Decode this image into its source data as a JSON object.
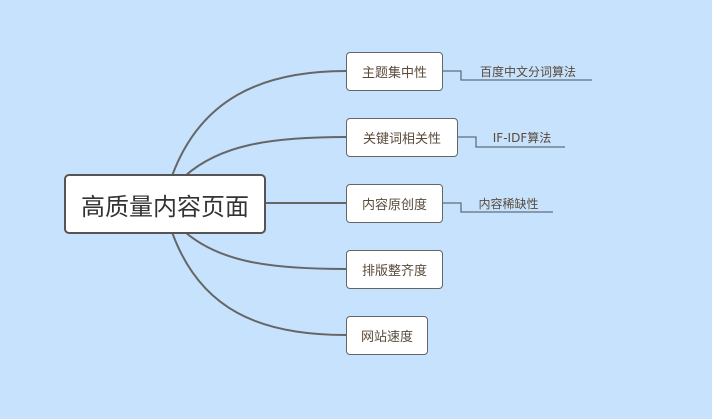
{
  "root": {
    "label": "高质量内容页面"
  },
  "branches": [
    {
      "label": "主题集中性",
      "sub": "百度中文分词算法"
    },
    {
      "label": "关键词相关性",
      "sub": "IF-IDF算法"
    },
    {
      "label": "内容原创度",
      "sub": "内容稀缺性"
    },
    {
      "label": "排版整齐度"
    },
    {
      "label": "网站速度"
    }
  ],
  "colors": {
    "background": "#c6e2fd",
    "line": "#666666",
    "text": "#5a4a3a"
  }
}
